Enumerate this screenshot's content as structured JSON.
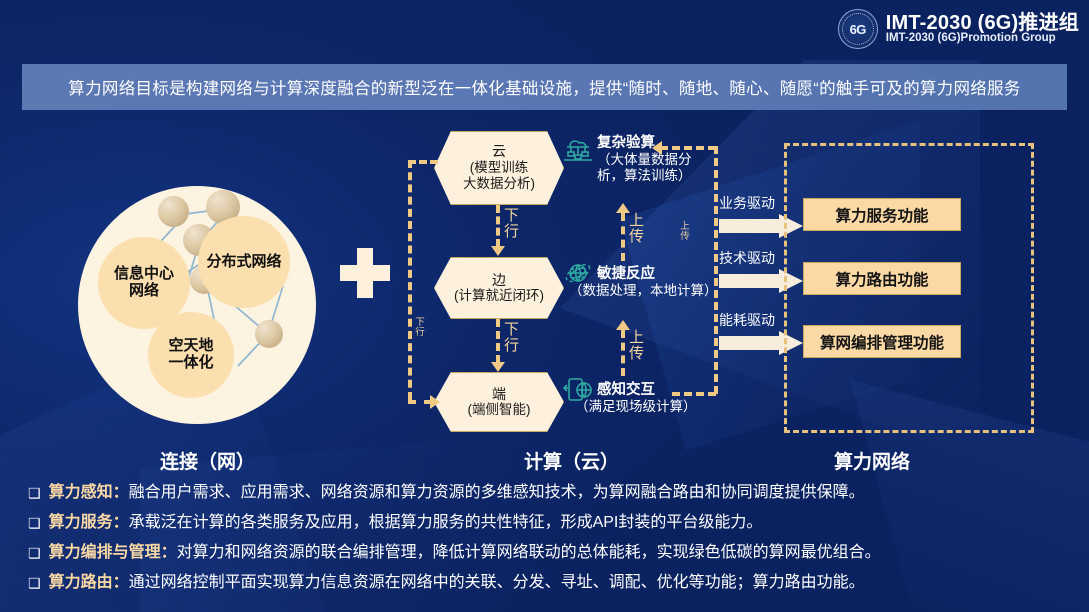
{
  "header": {
    "logo_icon": "6g-seal-icon",
    "logo_mark": "6G",
    "brand_cn": "IMT-2030 (6G)推进组",
    "brand_en": "IMT-2030 (6G)Promotion Group"
  },
  "banner": {
    "text": "算力网络目标是构建网络与计算深度融合的新型泛在一体化基础设施，提供“随时、随地、随心、随愿“的触手可及的算力网络服务"
  },
  "left_panel": {
    "caption": "连接（网）",
    "lobes": [
      {
        "label": "信息中心\n网络"
      },
      {
        "label": "分布式网络"
      },
      {
        "label": "空天地\n一体化"
      }
    ]
  },
  "plus": {
    "icon": "plus-icon"
  },
  "center_panel": {
    "caption": "计算（云）",
    "nodes": [
      {
        "title": "云",
        "sub": "(模型训练\n大数据分析)"
      },
      {
        "title": "边",
        "sub": "(计算就近闭环)"
      },
      {
        "title": "端",
        "sub": "(端侧智能)"
      }
    ],
    "down_labels": [
      "下\n行",
      "下\n行",
      "下\n行"
    ],
    "up_labels": [
      "上\n传",
      "上\n传"
    ],
    "feedback_label": "上\n传",
    "capabilities": [
      {
        "icon": "cloud-computing-icon",
        "title": "复杂验算",
        "sub": "（大体量数据分\n析，算法训练）"
      },
      {
        "icon": "globe-orbit-icon",
        "title": "敏捷反应",
        "sub": "（数据处理，本地计算）"
      },
      {
        "icon": "phone-globe-icon",
        "title": "感知交互",
        "sub": "（满足现场级计算）"
      }
    ]
  },
  "right_panel": {
    "caption": "算力网络",
    "drivers": [
      {
        "label": "业务驱动"
      },
      {
        "label": "技术驱动"
      },
      {
        "label": "能耗驱动"
      }
    ],
    "functions": [
      {
        "label": "算力服务功能"
      },
      {
        "label": "算力路由功能"
      },
      {
        "label": "算网编排管理功能"
      }
    ]
  },
  "bullets": [
    {
      "marker": "❑",
      "key": "算力感知：",
      "text": "融合用户需求、应用需求、网络资源和算力资源的多维感知技术，为算网融合路由和协同调度提供保障。"
    },
    {
      "marker": "❑",
      "key": "算力服务：",
      "text": "承载泛在计算的各类服务及应用，根据算力服务的共性特征，形成API封装的平台级能力。"
    },
    {
      "marker": "❑",
      "key": "算力编排与管理：",
      "text": "对算力和网络资源的联合编排管理，降低计算网络联动的总体能耗，实现绿色低碳的算网最优组合。"
    },
    {
      "marker": "❑",
      "key": "算力路由：",
      "text": "通过网络控制平面实现算力信息资源在网络中的关联、分发、寻址、调配、优化等功能；算力路由功能。"
    }
  ],
  "colors": {
    "background_blue": "#0c2568",
    "banner_blue": "#5c79b4",
    "accent_cream": "#fdf0dc",
    "accent_tan": "#fbd9a4",
    "dashed_gold": "#e7c27f",
    "icon_teal": "#2ea9a0"
  }
}
